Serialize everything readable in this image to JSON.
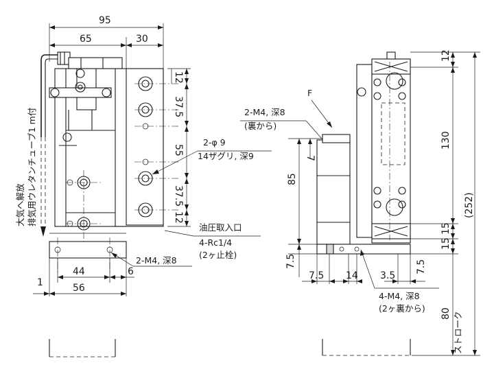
{
  "left_view": {
    "dims": {
      "overall_width": "95",
      "width_65": "65",
      "width_30": "30",
      "pitch_12": "12",
      "pitch_37_5_top": "37.5",
      "pitch_55": "55",
      "pitch_37_5_bottom": "37.5",
      "pitch_12_bottom": "12",
      "base_44": "44",
      "base_56": "56",
      "offset_6": "6",
      "offset_1": "1"
    },
    "callouts": {
      "exhaust_tube_line1": "大気へ解放",
      "exhaust_tube_line2": "排気用ウレタンチューブ1 m付",
      "counterbore_line1": "2-φ 9",
      "counterbore_line2": "14ザグリ, 深9",
      "oil_port_line1": "油圧取入口",
      "oil_port_line2": "4-Rc1/4",
      "oil_port_line3": "(2ヶ止栓)",
      "tap_bottom": "2-M4, 深8"
    }
  },
  "right_view": {
    "dims": {
      "top_12": "12",
      "height_130": "130",
      "bottom_15a": "15",
      "bottom_15b": "15",
      "overall_252": "(252)",
      "stroke_80": "80",
      "stroke_label": "ストローク",
      "height_85": "85",
      "depth_7": "7",
      "offset_7_5_left": "7.5",
      "offset_7_5_a": "7.5",
      "offset_14": "14",
      "offset_3_5": "3.5",
      "offset_7_5_right": "7.5"
    },
    "callouts": {
      "view_label": "F",
      "tap_back_line1": "2-M4, 深8",
      "tap_back_line2": "(裏から)",
      "tap_bottom_line1": "4-M4, 深8",
      "tap_bottom_line2": "(2ヶ裏から)"
    }
  }
}
